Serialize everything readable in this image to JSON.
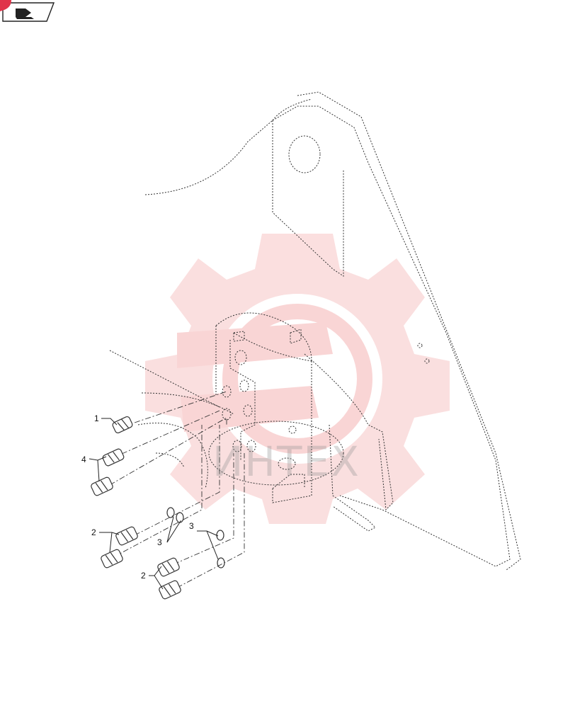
{
  "header": {
    "icon": "book-arrow-icon",
    "badge_icon": "red-corner-badge-icon"
  },
  "watermark": {
    "gear_icon": "gear-logo-icon",
    "text": "ИНТЕХ",
    "color": "#f08a8a"
  },
  "callouts": {
    "c1": "1",
    "c4": "4",
    "c2a": "2",
    "c3a": "3",
    "c3b": "3",
    "c2b": "2"
  },
  "colors": {
    "line": "#333333",
    "fitting": "#444444"
  }
}
